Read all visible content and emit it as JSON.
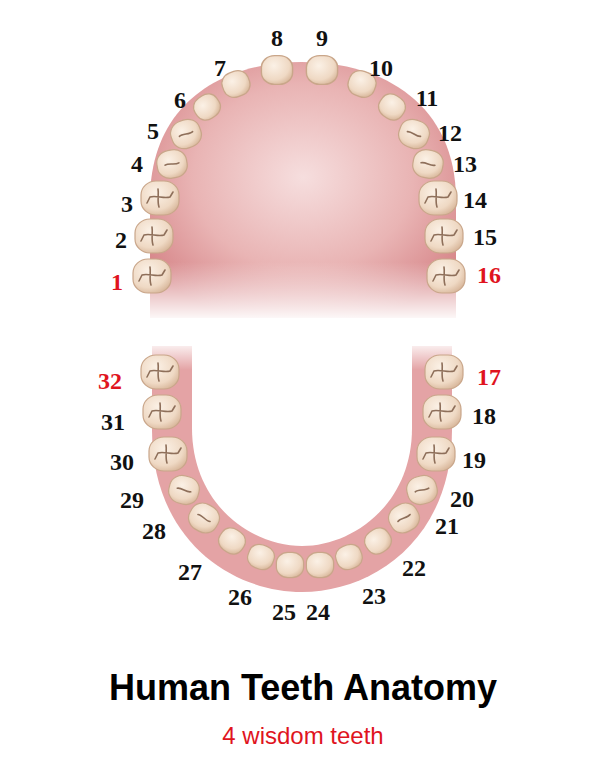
{
  "diagram": {
    "title": "Human Teeth Anatomy",
    "caption": "4 wisdom teeth",
    "labels": [
      "1",
      "2",
      "3",
      "4",
      "5",
      "6",
      "7",
      "8",
      "9",
      "10",
      "11",
      "12",
      "13",
      "14",
      "15",
      "16",
      "17",
      "18",
      "19",
      "20",
      "21",
      "22",
      "23",
      "24",
      "25",
      "26",
      "27",
      "28",
      "29",
      "30",
      "31",
      "32"
    ]
  }
}
